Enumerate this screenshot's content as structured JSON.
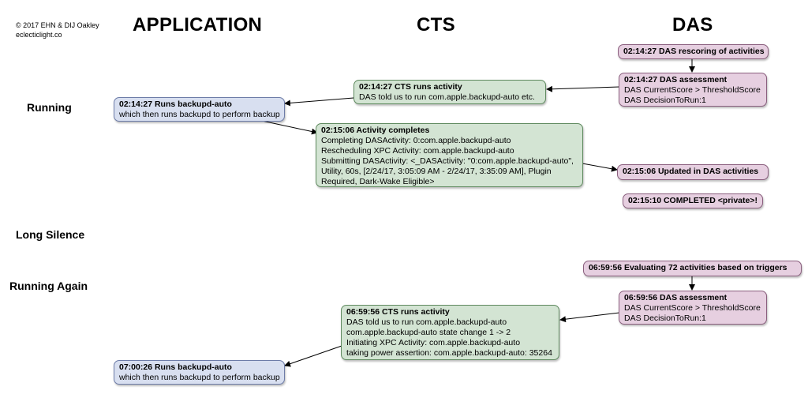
{
  "copyright": {
    "line1": "© 2017 EHN & DIJ Oakley",
    "line2": "eclecticlight.co"
  },
  "columns": {
    "application": "APPLICATION",
    "cts": "CTS",
    "das": "DAS"
  },
  "rows": {
    "running": "Running",
    "long_silence": "Long Silence",
    "running_again": "Running Again"
  },
  "boxes": {
    "das_rescoring": {
      "title": "02:14:27 DAS rescoring of activities"
    },
    "das_assessment_1": {
      "title": "02:14:27 DAS assessment",
      "lines": [
        "DAS CurrentScore > ThresholdScore",
        "DAS DecisionToRun:1"
      ]
    },
    "cts_runs_1": {
      "title": "02:14:27 CTS runs activity",
      "lines": [
        "DAS told us to run com.apple.backupd-auto etc."
      ]
    },
    "app_runs_1": {
      "title": "02:14:27 Runs backupd-auto",
      "lines": [
        "which then runs backupd to perform backup"
      ]
    },
    "activity_completes": {
      "title": "02:15:06 Activity completes",
      "lines": [
        "Completing DASActivity: 0:com.apple.backupd-auto",
        "Rescheduling XPC Activity: com.apple.backupd-auto",
        "Submitting DASActivity: <_DASActivity: \"0:com.apple.backupd-auto\",",
        "Utility, 60s, [2/24/17, 3:05:09 AM - 2/24/17, 3:35:09 AM], Plugin",
        "Required, Dark-Wake Eligible>"
      ]
    },
    "das_updated": {
      "title": "02:15:06 Updated in DAS activities"
    },
    "das_completed": {
      "title": "02:15:10 COMPLETED <private>!"
    },
    "das_evaluating": {
      "title": "06:59:56 Evaluating 72 activities based on triggers"
    },
    "das_assessment_2": {
      "title": "06:59:56 DAS assessment",
      "lines": [
        "DAS CurrentScore > ThresholdScore",
        "DAS DecisionToRun:1"
      ]
    },
    "cts_runs_2": {
      "title": "06:59:56 CTS runs activity",
      "lines": [
        "DAS told us to run com.apple.backupd-auto",
        "com.apple.backupd-auto state change 1 -> 2",
        "Initiating XPC Activity: com.apple.backupd-auto",
        "taking power assertion: com.apple.backupd-auto: 35264"
      ]
    },
    "app_runs_2": {
      "title": "07:00:26 Runs backupd-auto",
      "lines": [
        "which then runs backupd to perform backup"
      ]
    }
  },
  "colors": {
    "das_box": "#e6cfe0",
    "cts_box": "#d3e4d3",
    "app_box": "#d8dff0",
    "arrow": "#000000"
  }
}
